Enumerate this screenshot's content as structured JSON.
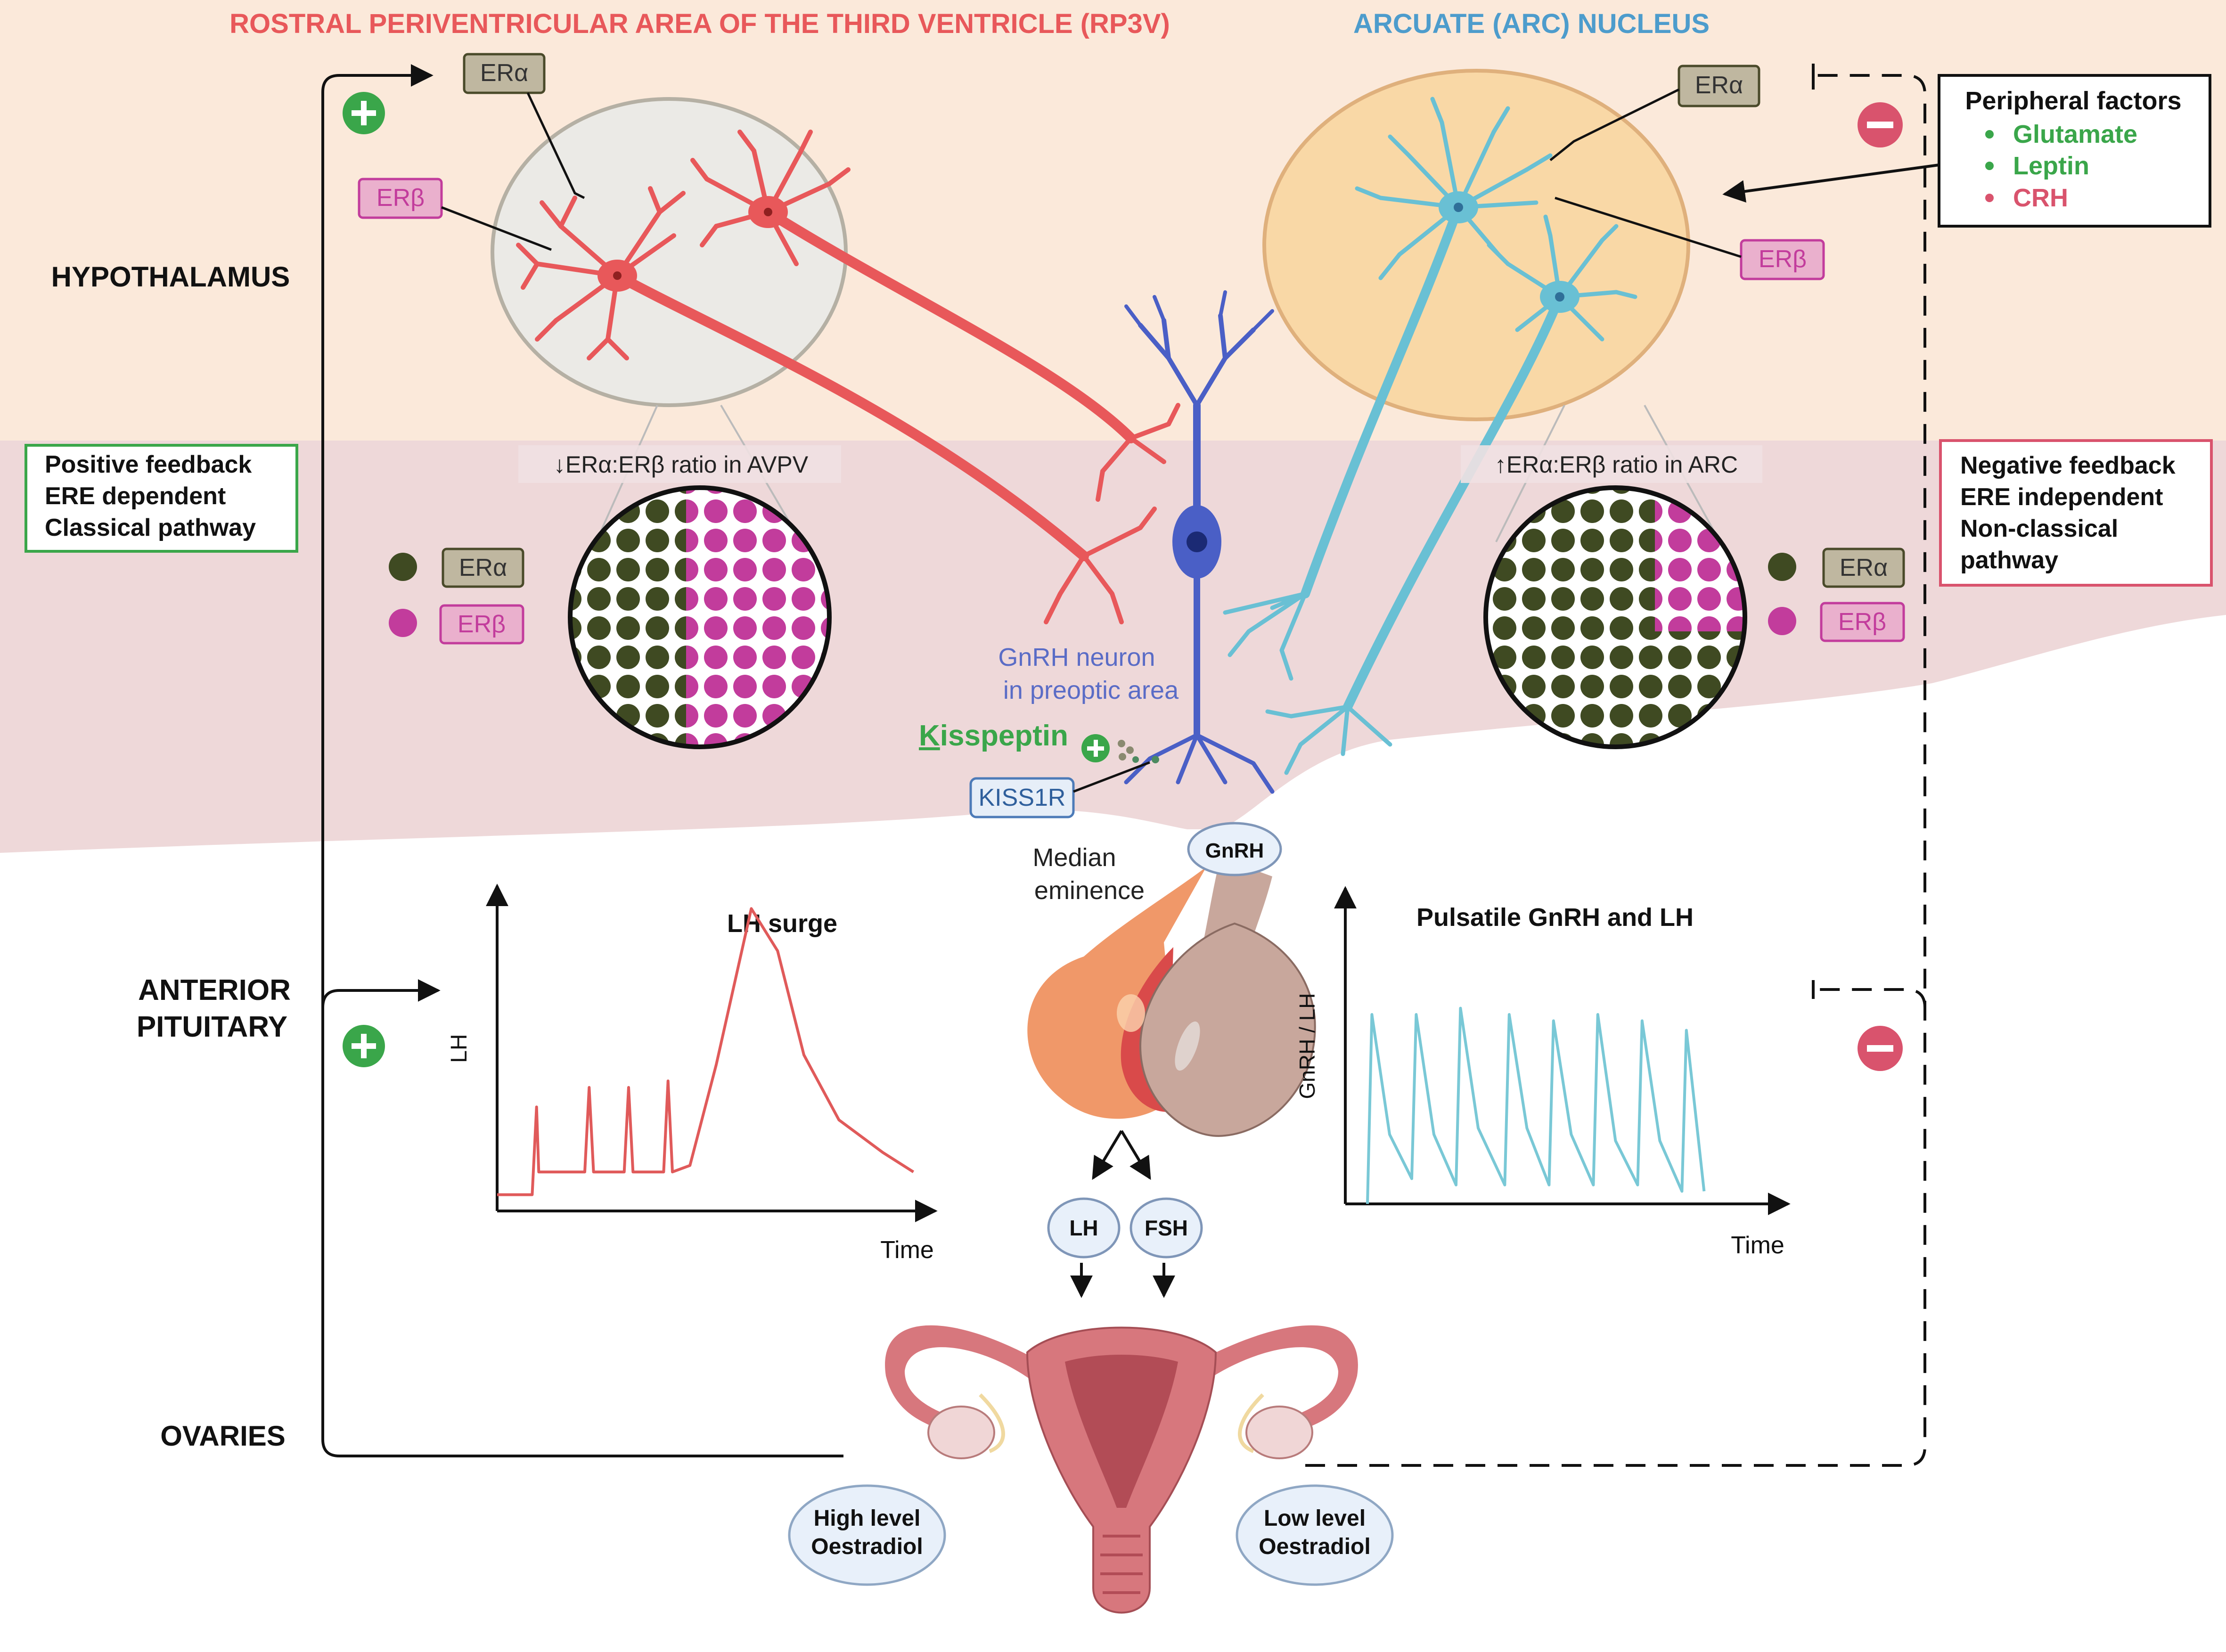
{
  "titles": {
    "rp3v": "ROSTRAL PERIVENTRICULAR AREA OF THE THIRD VENTRICLE (RP3V)",
    "arc": "ARCUATE (ARC) NUCLEUS"
  },
  "levels": {
    "hypothalamus": "HYPOTHALAMUS",
    "pituitary_line1": "ANTERIOR",
    "pituitary_line2": "PITUITARY",
    "ovaries": "OVARIES"
  },
  "receptors": {
    "er_alpha": "ERα",
    "er_beta": "ERβ"
  },
  "ratios": {
    "avpv": "↓ERα:ERβ ratio in AVPV",
    "arc": "↑ERα:ERβ ratio in ARC"
  },
  "positive_box": [
    "Positive feedback",
    "ERE dependent",
    "Classical pathway"
  ],
  "negative_box": [
    "Negative feedback",
    "ERE independent",
    "Non-classical",
    "pathway"
  ],
  "peripheral": {
    "title": "Peripheral  factors",
    "items": [
      {
        "label": "Glutamate",
        "color": "#3aa64a"
      },
      {
        "label": "Leptin",
        "color": "#3aa64a"
      },
      {
        "label": "CRH",
        "color": "#d9536d"
      }
    ]
  },
  "gnrh_neuron": {
    "line1": "GnRH neuron",
    "line2": "in preoptic area"
  },
  "kisspeptin": {
    "first": "K",
    "rest": "isspeptin"
  },
  "kiss1r": "KISS1R",
  "median": {
    "line1": "Median",
    "line2": "eminence"
  },
  "hormones": {
    "gnrh": "GnRH",
    "lh": "LH",
    "fsh": "FSH"
  },
  "oestradiol": {
    "high_line1": "High level",
    "high_line2": "Oestradiol",
    "low_line1": "Low level",
    "low_line2": "Oestradiol"
  },
  "signs": {
    "plus": "+",
    "minus": "−"
  },
  "colors": {
    "rp3v_red": "#e8585a",
    "arc_blue": "#4d9ccc",
    "er_alpha_dot": "#3f4a22",
    "er_beta_dot": "#c23c9c",
    "positive_green": "#3aa64a",
    "negative_pink": "#d9536d",
    "gnrh_neuron_blue": "#4a5fc6",
    "arc_neuron_cyan": "#69c0d4"
  },
  "chart_data": [
    {
      "type": "line",
      "title": "LH surge",
      "xlabel": "Time",
      "ylabel": "LH",
      "series": [
        {
          "x": [
            0,
            0.08,
            0.09,
            0.095,
            0.2,
            0.21,
            0.22,
            0.29,
            0.3,
            0.31,
            0.38,
            0.39,
            0.4,
            0.44,
            0.5,
            0.58,
            0.64,
            0.7,
            0.78,
            0.88,
            0.95
          ],
          "y": [
            0.05,
            0.05,
            0.32,
            0.12,
            0.12,
            0.38,
            0.12,
            0.12,
            0.38,
            0.12,
            0.12,
            0.4,
            0.12,
            0.14,
            0.45,
            0.93,
            0.8,
            0.48,
            0.28,
            0.18,
            0.12
          ]
        }
      ]
    },
    {
      "type": "line",
      "title": "Pulsatile GnRH and LH",
      "xlabel": "Time",
      "ylabel": "GnRH / LH",
      "series": [
        {
          "x": [
            0.05,
            0.06,
            0.1,
            0.15,
            0.16,
            0.2,
            0.25,
            0.26,
            0.3,
            0.36,
            0.37,
            0.41,
            0.46,
            0.47,
            0.51,
            0.56,
            0.57,
            0.61,
            0.66,
            0.67,
            0.71,
            0.76,
            0.77,
            0.81
          ],
          "y": [
            0.0,
            0.6,
            0.22,
            0.08,
            0.6,
            0.22,
            0.06,
            0.62,
            0.24,
            0.06,
            0.6,
            0.24,
            0.06,
            0.58,
            0.22,
            0.06,
            0.6,
            0.2,
            0.06,
            0.58,
            0.2,
            0.04,
            0.55,
            0.04
          ]
        }
      ]
    }
  ]
}
